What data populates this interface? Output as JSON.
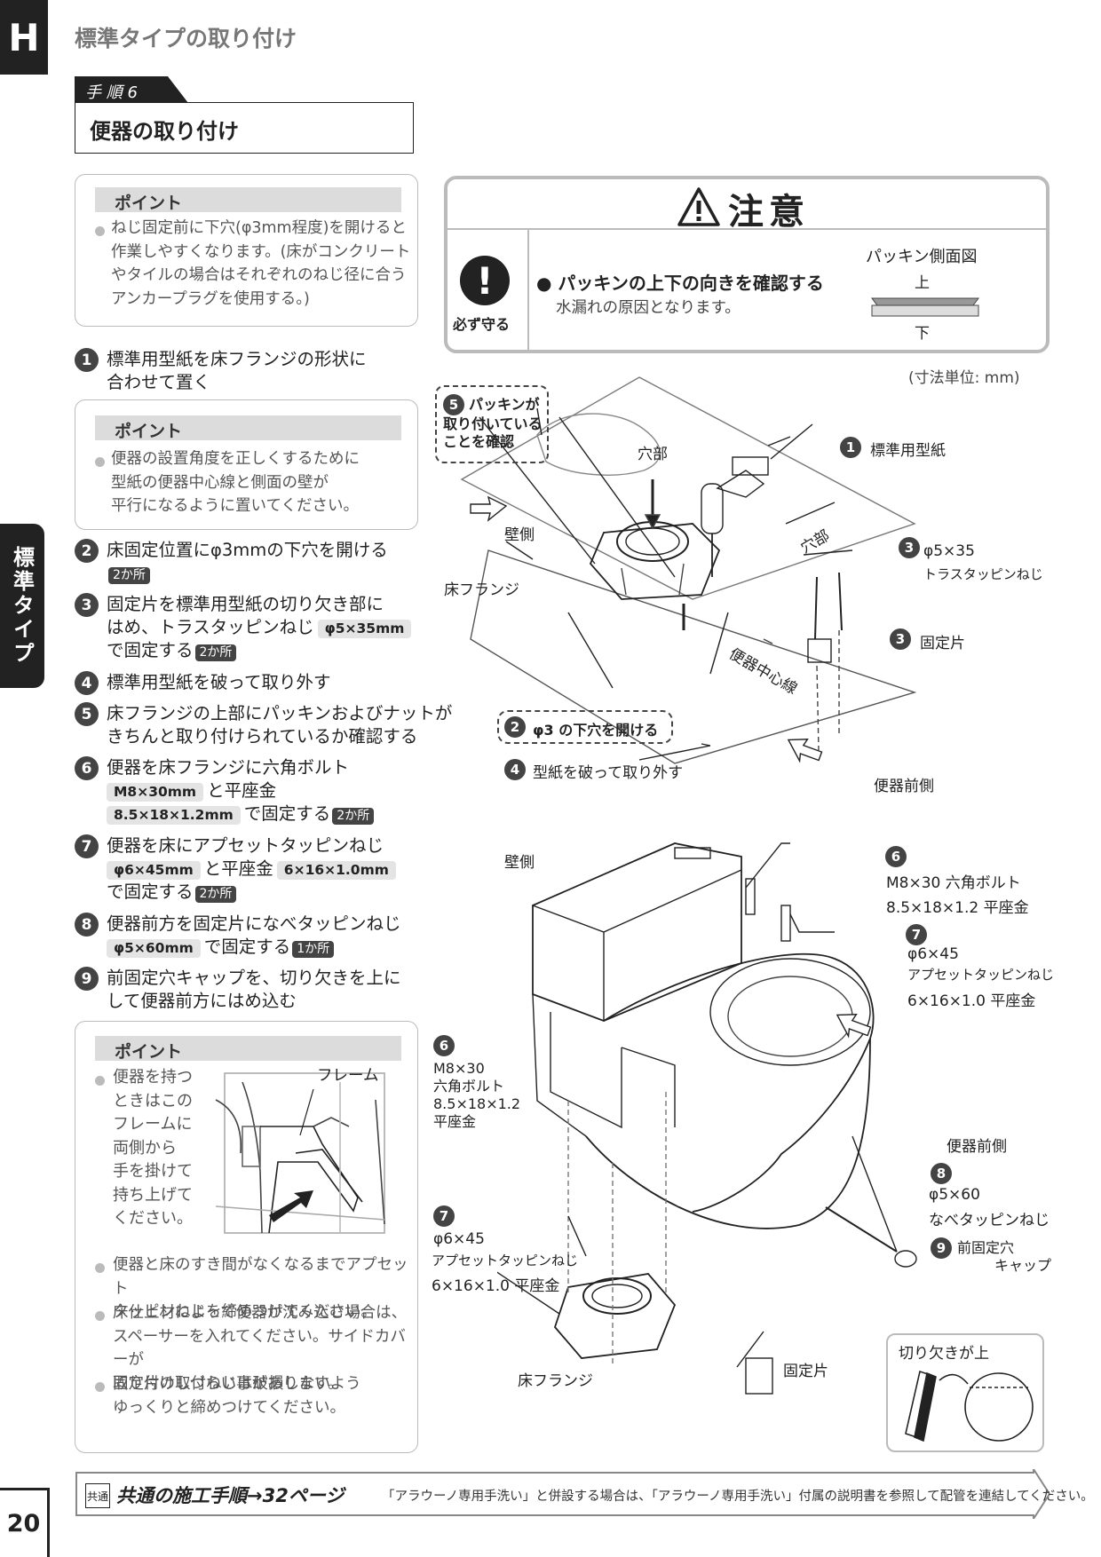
{
  "header": {
    "section_letter": "H",
    "page_heading": "標準タイプの取り付け",
    "step_tab": "手 順 6",
    "step_title": "便器の取り付け"
  },
  "side_tab": "標準タイプ",
  "page_number": "20",
  "point_label": "ポイント",
  "point1": {
    "lines": [
      "ねじ固定前に下穴(φ3mm程度)を開けると",
      "作業しやすくなります。(床がコンクリート",
      "やタイルの場合はそれぞれのねじ径に合う",
      "アンカープラグを使用する。)"
    ]
  },
  "point2": {
    "lines": [
      "便器の設置角度を正しくするために",
      "型紙の便器中心線と側面の壁が",
      "平行になるように置いてください。"
    ]
  },
  "point3": {
    "body_lines": [
      "便器を持つ",
      "ときはこの",
      "フレームに",
      "両側から",
      "手を掛けて",
      "持ち上げて",
      "ください。"
    ],
    "frame_label": "フレーム",
    "note_a": [
      "便器と床のすき間がなくなるまでアプセット",
      "タッピンねじを締めつけてください。"
    ],
    "note_b": [
      "床仕上材によって便器が沈み込む場合は、",
      "スペーサーを入れてください。サイドカバーが",
      "取り付けしづらい事があります。"
    ],
    "note_c": [
      "固定片の取付ねじは破損しないよう",
      "ゆっくりと締めつけてください。"
    ]
  },
  "steps": {
    "s1": {
      "num": "1",
      "l1": "標準用型紙を床フランジの形状に",
      "l2": "合わせて置く"
    },
    "s2": {
      "num": "2",
      "l1": "床固定位置にφ3mmの下穴を開ける",
      "count": "2か所"
    },
    "s3": {
      "num": "3",
      "l1": "固定片を標準用型紙の切り欠き部に",
      "l2": "はめ、トラスタッピンねじ",
      "spec": "φ5×35mm",
      "l3": "で固定する",
      "count": "2か所"
    },
    "s4": {
      "num": "4",
      "l1": "標準用型紙を破って取り外す"
    },
    "s5": {
      "num": "5",
      "l1": "床フランジの上部にパッキンおよびナットが",
      "l2": "きちんと取り付けられているか確認する"
    },
    "s6": {
      "num": "6",
      "l1": "便器を床フランジに六角ボルト",
      "spec1": "M8×30mm",
      "mid": "と平座金",
      "spec2": "8.5×18×1.2mm",
      "l3": "で固定する",
      "count": "2か所"
    },
    "s7": {
      "num": "7",
      "l1": "便器を床にアプセットタッピンねじ",
      "spec1": "φ6×45mm",
      "mid": "と平座金",
      "spec2": "6×16×1.0mm",
      "l3": "で固定する",
      "count": "2か所"
    },
    "s8": {
      "num": "8",
      "l1": "便器前方を固定片になべタッピンねじ",
      "spec": "φ5×60mm",
      "l2": "で固定する",
      "count": "1か所"
    },
    "s9": {
      "num": "9",
      "l1": "前固定穴キャップを、切り欠きを上に",
      "l2": "して便器前方にはめ込む"
    }
  },
  "caution": {
    "title": "注意",
    "must_label": "必ず守る",
    "main": "● パッキンの上下の向きを確認する",
    "sub": "水漏れの原因となります。",
    "gasket_title": "パッキン側面図",
    "gasket_up": "上",
    "gasket_down": "下"
  },
  "unit_note": "(寸法単位: mm)",
  "diagram1": {
    "check_l1": "パッキンが",
    "check_l2": "取り付いている",
    "check_l3": "ことを確認",
    "hole_label": "穴部",
    "hole_label2": "穴部",
    "template": "標準用型紙",
    "wall_side": "壁側",
    "flange": "床フランジ",
    "screw_spec": "φ5×35",
    "screw_name": "トラスタッピンねじ",
    "fixing": "固定片",
    "centerline": "便器中心線",
    "drill": "φ3 の下穴を開ける",
    "tear": "型紙を破って取り外す",
    "front": "便器前側"
  },
  "diagram2": {
    "wall_side": "壁側",
    "r6_l1": "M8×30 六角ボルト",
    "r6_l2": "8.5×18×1.2 平座金",
    "r7_l1": "φ6×45",
    "r7_l2": "アプセットタッピンねじ",
    "r7_l3": "6×16×1.0 平座金",
    "l6_l1": "M8×30",
    "l6_l2": "六角ボルト",
    "l6_l3": "8.5×18×1.2",
    "l6_l4": "平座金",
    "l7_l1": "φ6×45",
    "l7_l2": "アプセットタッピンねじ",
    "l7_l3": "6×16×1.0 平座金",
    "front": "便器前側",
    "r8_l1": "φ5×60",
    "r8_l2": "なべタッピンねじ",
    "r9_l1": "前固定穴",
    "r9_l2": "キャップ",
    "notch": "切り欠きが上",
    "fixing": "固定片",
    "flange": "床フランジ"
  },
  "footer": {
    "common_badge": "共通",
    "main": "共通の施工手順→32ページ",
    "note": "「アラウーノ専用手洗い」と併設する場合は、「アラウーノ専用手洗い」付属の説明書を参照して配管を連結してください。"
  }
}
